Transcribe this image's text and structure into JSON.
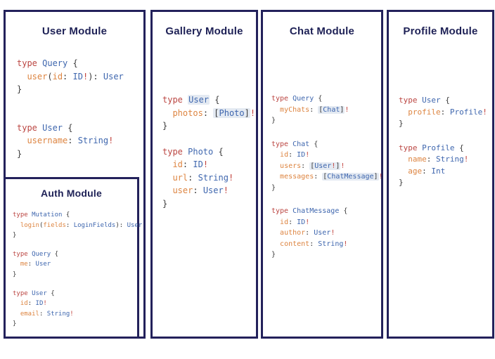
{
  "colors": {
    "border_navy": "#23215b",
    "title_navy": "#1e2156",
    "keyword_red": "#bb4642",
    "typename_blue": "#3e66ae",
    "field_orange": "#dd8440",
    "punctuation_dark": "#3a3a3a",
    "bang_red": "#c2423c",
    "highlight_bg": "#e4eaf2",
    "background": "#ffffff"
  },
  "panels": [
    {
      "title": "User Module",
      "blocks": [
        [
          [
            [
              "kw",
              "type "
            ],
            [
              "typ",
              "Query "
            ],
            [
              "pun",
              "{"
            ]
          ],
          [
            [
              "pun",
              "  "
            ],
            [
              "fld",
              "user"
            ],
            [
              "pun",
              "("
            ],
            [
              "fld",
              "id"
            ],
            [
              "pun",
              ": "
            ],
            [
              "typ",
              "ID"
            ],
            [
              "bang",
              "!"
            ],
            [
              "pun",
              "): "
            ],
            [
              "typ",
              "User"
            ]
          ],
          [
            [
              "pun",
              "}"
            ]
          ]
        ],
        [
          [
            [
              "kw",
              "type "
            ],
            [
              "typ",
              "User "
            ],
            [
              "pun",
              "{"
            ]
          ],
          [
            [
              "pun",
              "  "
            ],
            [
              "fld",
              "username"
            ],
            [
              "pun",
              ": "
            ],
            [
              "typ",
              "String"
            ],
            [
              "bang",
              "!"
            ]
          ],
          [
            [
              "pun",
              "}"
            ]
          ]
        ]
      ]
    },
    {
      "title": "Auth Module",
      "blocks": [
        [
          [
            [
              "kw",
              "type "
            ],
            [
              "typ",
              "Mutation "
            ],
            [
              "pun",
              "{"
            ]
          ],
          [
            [
              "pun",
              "  "
            ],
            [
              "fld",
              "login"
            ],
            [
              "pun",
              "("
            ],
            [
              "fld",
              "fields"
            ],
            [
              "pun",
              ": "
            ],
            [
              "typ",
              "LoginFields"
            ],
            [
              "pun",
              "): "
            ],
            [
              "typ",
              "User"
            ]
          ],
          [
            [
              "pun",
              "}"
            ]
          ]
        ],
        [
          [
            [
              "kw",
              "type "
            ],
            [
              "typ",
              "Query "
            ],
            [
              "pun",
              "{"
            ]
          ],
          [
            [
              "pun",
              "  "
            ],
            [
              "fld",
              "me"
            ],
            [
              "pun",
              ": "
            ],
            [
              "typ",
              "User"
            ]
          ],
          [
            [
              "pun",
              "}"
            ]
          ]
        ],
        [
          [
            [
              "kw",
              "type "
            ],
            [
              "typ",
              "User "
            ],
            [
              "pun",
              "{"
            ]
          ],
          [
            [
              "pun",
              "  "
            ],
            [
              "fld",
              "id"
            ],
            [
              "pun",
              ": "
            ],
            [
              "typ",
              "ID"
            ],
            [
              "bang",
              "!"
            ]
          ],
          [
            [
              "pun",
              "  "
            ],
            [
              "fld",
              "email"
            ],
            [
              "pun",
              ": "
            ],
            [
              "typ",
              "String"
            ],
            [
              "bang",
              "!"
            ]
          ],
          [
            [
              "pun",
              "}"
            ]
          ]
        ]
      ]
    },
    {
      "title": "Gallery Module",
      "blocks": [
        [
          [
            [
              "kw",
              "type "
            ],
            [
              "hl",
              [
                [
                  "typ",
                  "User"
                ]
              ]
            ],
            [
              "pun",
              " {"
            ]
          ],
          [
            [
              "pun",
              "  "
            ],
            [
              "fld",
              "photos"
            ],
            [
              "pun",
              ": "
            ],
            [
              "hl",
              [
                [
                  "pun",
                  "["
                ],
                [
                  "typ",
                  "Photo"
                ],
                [
                  "pun",
                  "]"
                ]
              ]
            ],
            [
              "bang",
              "!"
            ]
          ],
          [
            [
              "pun",
              "}"
            ]
          ]
        ],
        [
          [
            [
              "kw",
              "type "
            ],
            [
              "typ",
              "Photo "
            ],
            [
              "pun",
              "{"
            ]
          ],
          [
            [
              "pun",
              "  "
            ],
            [
              "fld",
              "id"
            ],
            [
              "pun",
              ": "
            ],
            [
              "typ",
              "ID"
            ],
            [
              "bang",
              "!"
            ]
          ],
          [
            [
              "pun",
              "  "
            ],
            [
              "fld",
              "url"
            ],
            [
              "pun",
              ": "
            ],
            [
              "typ",
              "String"
            ],
            [
              "bang",
              "!"
            ]
          ],
          [
            [
              "pun",
              "  "
            ],
            [
              "fld",
              "user"
            ],
            [
              "pun",
              ": "
            ],
            [
              "typ",
              "User"
            ],
            [
              "bang",
              "!"
            ]
          ],
          [
            [
              "pun",
              "}"
            ]
          ]
        ]
      ]
    },
    {
      "title": "Chat Module",
      "blocks": [
        [
          [
            [
              "kw",
              "type "
            ],
            [
              "typ",
              "Query "
            ],
            [
              "pun",
              "{"
            ]
          ],
          [
            [
              "pun",
              "  "
            ],
            [
              "fld",
              "myChats"
            ],
            [
              "pun",
              ": "
            ],
            [
              "hl",
              [
                [
                  "pun",
                  "["
                ],
                [
                  "typ",
                  "Chat"
                ],
                [
                  "pun",
                  "]"
                ]
              ]
            ],
            [
              "bang",
              "!"
            ]
          ],
          [
            [
              "pun",
              "}"
            ]
          ]
        ],
        [
          [
            [
              "kw",
              "type "
            ],
            [
              "typ",
              "Chat "
            ],
            [
              "pun",
              "{"
            ]
          ],
          [
            [
              "pun",
              "  "
            ],
            [
              "fld",
              "id"
            ],
            [
              "pun",
              ": "
            ],
            [
              "typ",
              "ID"
            ],
            [
              "bang",
              "!"
            ]
          ],
          [
            [
              "pun",
              "  "
            ],
            [
              "fld",
              "users"
            ],
            [
              "pun",
              ": "
            ],
            [
              "hl",
              [
                [
                  "pun",
                  "["
                ],
                [
                  "typ",
                  "User"
                ],
                [
                  "bang",
                  "!"
                ],
                [
                  "pun",
                  "]"
                ]
              ]
            ],
            [
              "bang",
              "!"
            ]
          ],
          [
            [
              "pun",
              "  "
            ],
            [
              "fld",
              "messages"
            ],
            [
              "pun",
              ": "
            ],
            [
              "hl",
              [
                [
                  "pun",
                  "["
                ],
                [
                  "typ",
                  "ChatMessage"
                ],
                [
                  "pun",
                  "]"
                ]
              ]
            ],
            [
              "bang",
              "!"
            ]
          ],
          [
            [
              "pun",
              "}"
            ]
          ]
        ],
        [
          [
            [
              "kw",
              "type "
            ],
            [
              "typ",
              "ChatMessage "
            ],
            [
              "pun",
              "{"
            ]
          ],
          [
            [
              "pun",
              "  "
            ],
            [
              "fld",
              "id"
            ],
            [
              "pun",
              ": "
            ],
            [
              "typ",
              "ID"
            ],
            [
              "bang",
              "!"
            ]
          ],
          [
            [
              "pun",
              "  "
            ],
            [
              "fld",
              "author"
            ],
            [
              "pun",
              ": "
            ],
            [
              "typ",
              "User"
            ],
            [
              "bang",
              "!"
            ]
          ],
          [
            [
              "pun",
              "  "
            ],
            [
              "fld",
              "content"
            ],
            [
              "pun",
              ": "
            ],
            [
              "typ",
              "String"
            ],
            [
              "bang",
              "!"
            ]
          ],
          [
            [
              "pun",
              "}"
            ]
          ]
        ]
      ]
    },
    {
      "title": "Profile Module",
      "blocks": [
        [
          [
            [
              "kw",
              "type "
            ],
            [
              "typ",
              "User "
            ],
            [
              "pun",
              "{"
            ]
          ],
          [
            [
              "pun",
              "  "
            ],
            [
              "fld",
              "profile"
            ],
            [
              "pun",
              ": "
            ],
            [
              "typ",
              "Profile"
            ],
            [
              "bang",
              "!"
            ]
          ],
          [
            [
              "pun",
              "}"
            ]
          ]
        ],
        [
          [
            [
              "kw",
              "type "
            ],
            [
              "typ",
              "Profile "
            ],
            [
              "pun",
              "{"
            ]
          ],
          [
            [
              "pun",
              "  "
            ],
            [
              "fld",
              "name"
            ],
            [
              "pun",
              ": "
            ],
            [
              "typ",
              "String"
            ],
            [
              "bang",
              "!"
            ]
          ],
          [
            [
              "pun",
              "  "
            ],
            [
              "fld",
              "age"
            ],
            [
              "pun",
              ": "
            ],
            [
              "typ",
              "Int"
            ]
          ],
          [
            [
              "pun",
              "}"
            ]
          ]
        ]
      ]
    }
  ]
}
